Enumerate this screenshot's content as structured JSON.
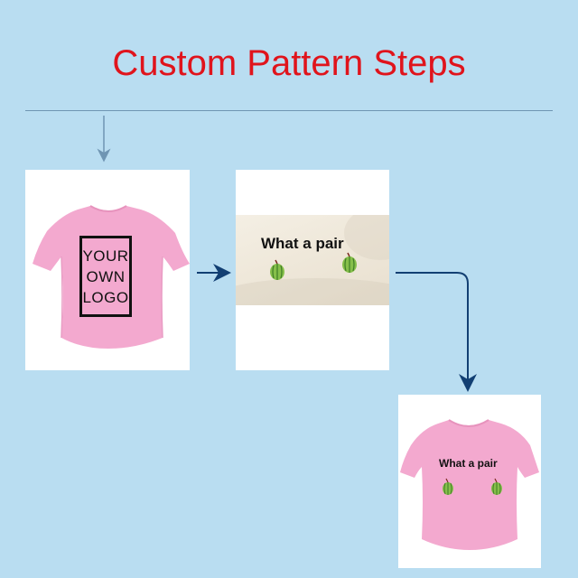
{
  "title": "Custom Pattern Steps",
  "step1": {
    "logo_lines": [
      "YOUR",
      "OWN",
      "LOGO"
    ],
    "shirt_color": "#f3a9cf"
  },
  "step2": {
    "print_text": "What a pair",
    "photo_color": "#f1ebdf"
  },
  "step3": {
    "print_text": "What a pair",
    "shirt_color": "#f3a9cf"
  },
  "colors": {
    "background": "#b9ddf1",
    "title": "#e0141c",
    "arrow_light": "#6f95b3",
    "arrow_dark": "#123f73",
    "melon_green": "#86bf4a",
    "melon_stripe": "#3f7d26"
  },
  "icons": [
    "arrow-down-icon",
    "arrow-right-icon",
    "elbow-arrow-icon",
    "watermelon-icon"
  ]
}
